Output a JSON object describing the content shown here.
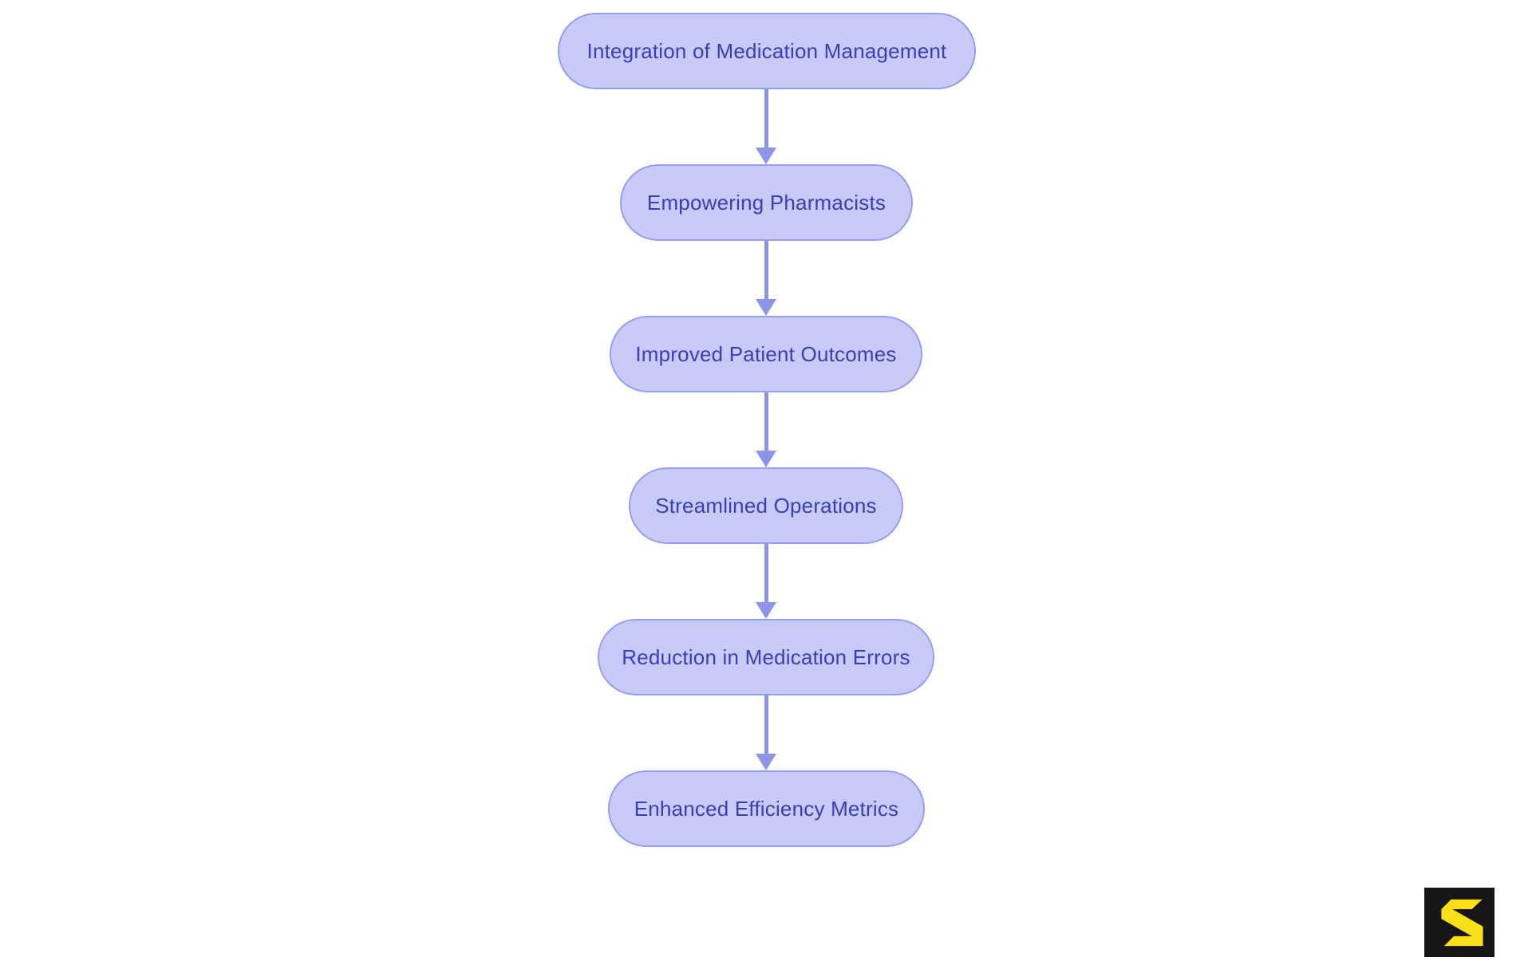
{
  "flowchart": {
    "type": "vertical-flowchart",
    "direction": "top-to-bottom",
    "nodes": [
      {
        "id": 1,
        "label": "Integration of Medication Management"
      },
      {
        "id": 2,
        "label": "Empowering Pharmacists"
      },
      {
        "id": 3,
        "label": "Improved Patient Outcomes"
      },
      {
        "id": 4,
        "label": "Streamlined Operations"
      },
      {
        "id": 5,
        "label": "Reduction in Medication Errors"
      },
      {
        "id": 6,
        "label": "Enhanced Efficiency Metrics"
      }
    ],
    "connections": [
      {
        "from": 1,
        "to": 2
      },
      {
        "from": 2,
        "to": 3
      },
      {
        "from": 3,
        "to": 4
      },
      {
        "from": 4,
        "to": 5
      },
      {
        "from": 5,
        "to": 6
      }
    ]
  },
  "theme": {
    "page_bg": "#ffffff",
    "node_fill": "#c8cbf8",
    "node_border": "#989eef",
    "node_text": "#3b3db6",
    "arrow_color": "#8d95ea",
    "logo_bg": "#161616",
    "logo_glyph": "#fade17"
  },
  "logo": {
    "description": "angular yellow S glyph on black square watermark"
  }
}
